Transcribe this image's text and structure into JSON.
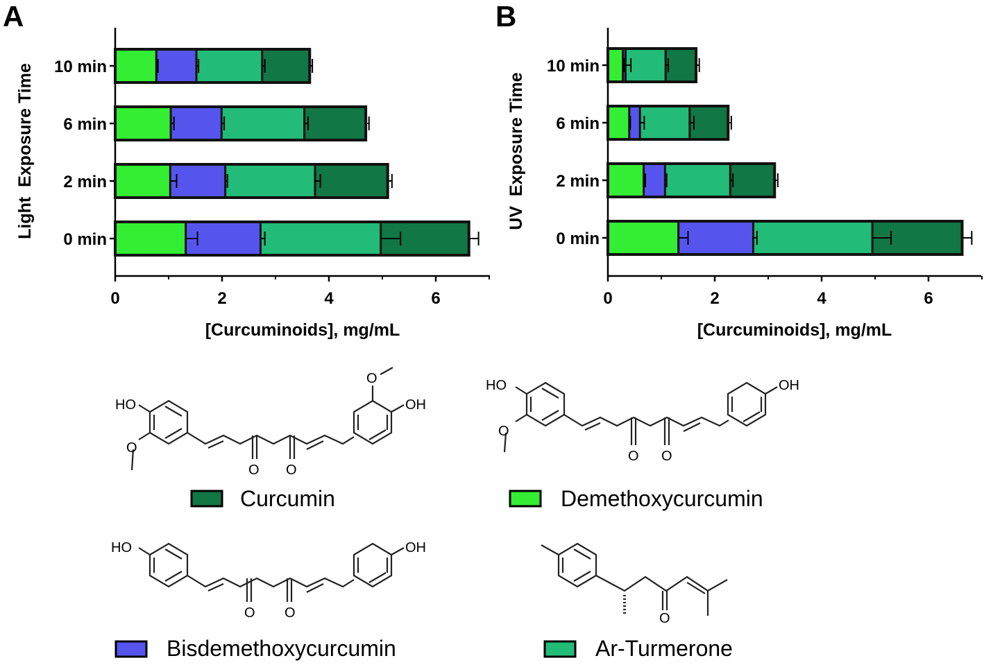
{
  "panels": {
    "A": {
      "letter": "A",
      "ylabel": "Light  Exposure Time",
      "xlabel": "[Curcuminoids], mg/mL"
    },
    "B": {
      "letter": "B",
      "ylabel": "UV  Exposure Time",
      "xlabel": "[Curcuminoids], mg/mL"
    }
  },
  "legend": {
    "curcumin": "Curcumin",
    "demethoxycurcumin": "Demethoxycurcumin",
    "bisdemethoxycurcumin": "Bisdemethoxycurcumin",
    "ar_turmerone": "Ar-Turmerone"
  },
  "structures": {
    "curcumin": {
      "ho": "HO",
      "oh": "OH",
      "o1": "O",
      "o2": "O",
      "o3": "O"
    },
    "demethoxycurcumin": {
      "ho": "HO",
      "oh": "OH",
      "o1": "O",
      "o2": "O"
    },
    "bisdemethoxycurcumin": {
      "ho": "HO",
      "oh": "OH",
      "o1": "O",
      "o2": "O"
    },
    "ar_turmerone": {
      "o1": "O"
    }
  },
  "colors": {
    "demethoxycurcumin": "#33ee33",
    "bisdemethoxycurcumin": "#5555ee",
    "ar_turmerone": "#22bb77",
    "curcumin": "#117744",
    "axis": "#000000"
  },
  "chart_data": [
    {
      "panel": "A",
      "type": "bar",
      "orientation": "horizontal",
      "stacked": true,
      "categories": [
        "0 min",
        "2 min",
        "6 min",
        "10 min"
      ],
      "xlim": [
        0,
        7
      ],
      "xticks": [
        0,
        2,
        4,
        6
      ],
      "xlabel": "[Curcuminoids], mg/mL",
      "ylabel": "Light  Exposure Time",
      "series": [
        {
          "name": "Demethoxycurcumin",
          "key": "demethoxycurcumin",
          "values": [
            1.32,
            1.03,
            1.04,
            0.77
          ],
          "errors": [
            0.22,
            0.12,
            0.06,
            0.03
          ]
        },
        {
          "name": "Bisdemethoxycurcumin",
          "key": "bisdemethoxycurcumin",
          "values": [
            1.4,
            1.03,
            0.95,
            0.75
          ],
          "errors": [
            0.08,
            0.04,
            0.05,
            0.04
          ]
        },
        {
          "name": "Ar-Turmerone",
          "key": "ar_turmerone",
          "values": [
            2.25,
            1.68,
            1.55,
            1.23
          ],
          "errors": [
            0.37,
            0.1,
            0.07,
            0.05
          ]
        },
        {
          "name": "Curcumin",
          "key": "curcumin",
          "values": [
            1.65,
            1.36,
            1.15,
            0.89
          ],
          "errors": [
            0.18,
            0.08,
            0.06,
            0.05
          ]
        }
      ]
    },
    {
      "panel": "B",
      "type": "bar",
      "orientation": "horizontal",
      "stacked": true,
      "categories": [
        "0 min",
        "2 min",
        "6 min",
        "10 min"
      ],
      "xlim": [
        0,
        7
      ],
      "xticks": [
        0,
        2,
        4,
        6
      ],
      "xlabel": "[Curcuminoids], mg/mL",
      "ylabel": "UV  Exposure Time",
      "series": [
        {
          "name": "Demethoxycurcumin",
          "key": "demethoxycurcumin",
          "values": [
            1.32,
            0.67,
            0.4,
            0.28
          ],
          "errors": [
            0.18,
            0.03,
            0.02,
            0.02
          ]
        },
        {
          "name": "Bisdemethoxycurcumin",
          "key": "bisdemethoxycurcumin",
          "values": [
            1.4,
            0.4,
            0.2,
            0.05
          ],
          "errors": [
            0.07,
            0.03,
            0.08,
            0.1
          ]
        },
        {
          "name": "Ar-Turmerone",
          "key": "ar_turmerone",
          "values": [
            2.23,
            1.22,
            0.93,
            0.75
          ],
          "errors": [
            0.35,
            0.05,
            0.08,
            0.05
          ]
        },
        {
          "name": "Curcumin",
          "key": "curcumin",
          "values": [
            1.68,
            0.83,
            0.72,
            0.57
          ],
          "errors": [
            0.18,
            0.06,
            0.06,
            0.06
          ]
        }
      ]
    }
  ]
}
